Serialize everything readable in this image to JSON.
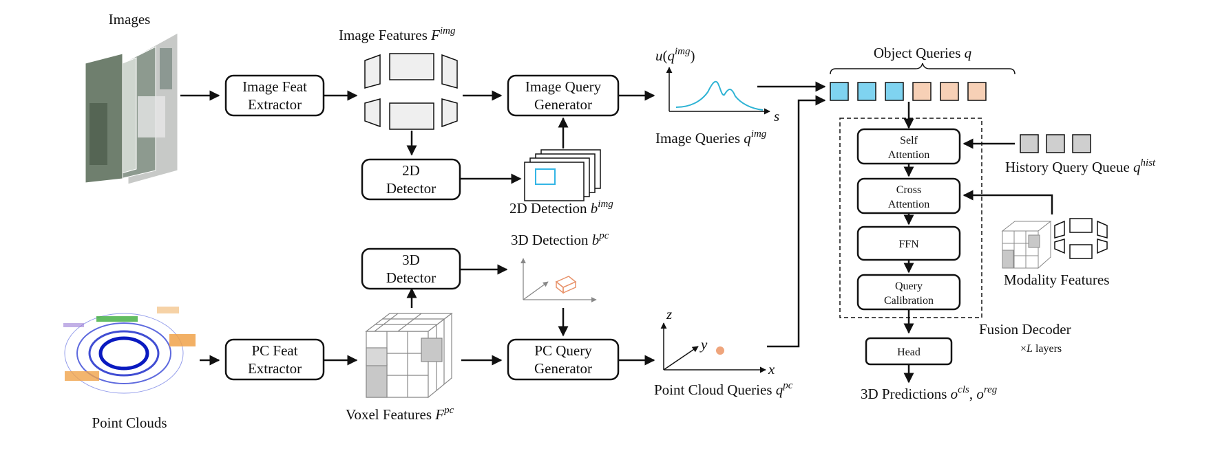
{
  "inputs": {
    "images_label": "Images",
    "pointclouds_label": "Point Clouds"
  },
  "boxes": {
    "image_feat_extractor": [
      "Image Feat",
      "Extractor"
    ],
    "detector_2d": [
      "2D",
      "Detector"
    ],
    "image_query_generator": [
      "Image Query",
      "Generator"
    ],
    "pc_feat_extractor": [
      "PC Feat",
      "Extractor"
    ],
    "detector_3d": [
      "3D",
      "Detector"
    ],
    "pc_query_generator": [
      "PC Query",
      "Generator"
    ]
  },
  "labels": {
    "image_features": {
      "text": "Image Features ",
      "var": "F",
      "sup": "img"
    },
    "detection_2d": {
      "text": "2D Detection ",
      "var": "b",
      "sup": "img"
    },
    "detection_3d": {
      "text": "3D Detection ",
      "var": "b",
      "sup": "pc"
    },
    "voxel_features": {
      "text": "Voxel Features ",
      "var": "F",
      "sup": "pc"
    },
    "image_queries": {
      "text": "Image Queries ",
      "var": "q",
      "sup": "img"
    },
    "pc_queries": {
      "text": "Point Cloud Queries ",
      "var": "q",
      "sup": "pc"
    },
    "object_queries": {
      "text": "Object Queries ",
      "var": "q"
    },
    "history_queue": {
      "text": "History Query Queue ",
      "var": "q",
      "sup": "hist"
    },
    "modality_features": "Modality Features",
    "fusion_decoder": "Fusion Decoder",
    "layers": {
      "prefix": "×",
      "var": "L",
      "suffix": " layers"
    },
    "predictions": {
      "text": "3D Predictions ",
      "var1": "o",
      "sup1": "cls",
      "sep": ", ",
      "var2": "o",
      "sup2": "reg"
    }
  },
  "plot_axes": {
    "u_label": {
      "var": "u",
      "open": "(",
      "qvar": "q",
      "sup": "img",
      "close": ")"
    },
    "s_label": "s",
    "x_label": "x",
    "y_label": "y",
    "z_label": "z"
  },
  "decoder_blocks": {
    "self_attention": [
      "Self",
      "Attention"
    ],
    "cross_attention": [
      "Cross",
      "Attention"
    ],
    "ffn": [
      "FFN"
    ],
    "query_calibration": [
      "Query",
      "Calibration"
    ],
    "head": [
      "Head"
    ]
  },
  "colors": {
    "image_query": "#7fd3f0",
    "pc_query": "#f7d0b6",
    "history_query": "#cfcfcf",
    "detection_2d_box": "#33b5e5",
    "detection_3d_box": "#e8926a",
    "pc_point": "#efa57c",
    "density_curve": "#2eb3d4"
  }
}
